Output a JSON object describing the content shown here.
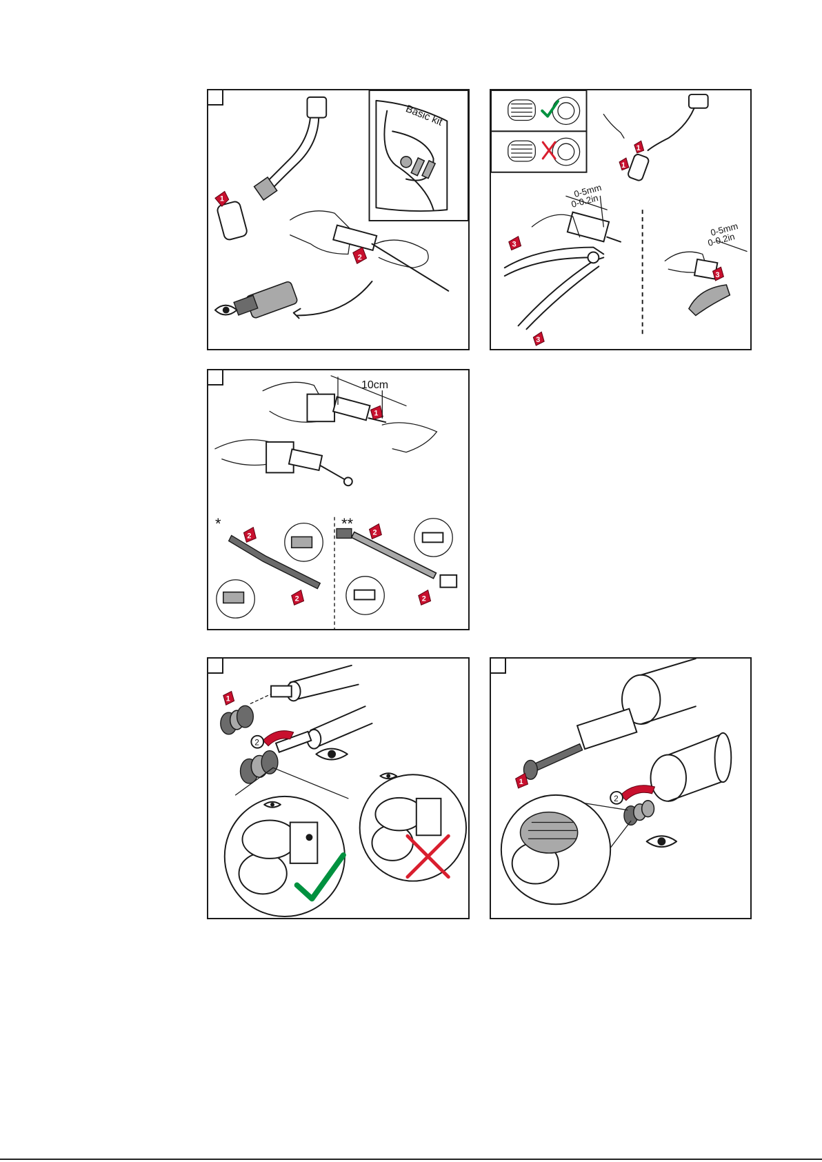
{
  "panels": {
    "p1": {
      "kit_label": "Basic kit",
      "steps": [
        "1",
        "2"
      ]
    },
    "p2": {
      "dim_a_mm": "0-5mm",
      "dim_a_in": "0-0.2in",
      "dim_b_mm": "0-5mm",
      "dim_b_in": "0-0.2in",
      "steps": [
        "1",
        "1",
        "3",
        "3",
        "3"
      ]
    },
    "p3": {
      "length_label": "10cm",
      "star_single": "*",
      "star_double": "**",
      "steps": [
        "1",
        "2",
        "2",
        "2",
        "2"
      ]
    },
    "p4": {
      "steps": [
        "1",
        "2"
      ]
    },
    "p5": {
      "steps": [
        "1",
        "2"
      ]
    }
  },
  "icons": {
    "eye": "eye-icon",
    "check": "check-mark-icon",
    "cross": "cross-mark-icon",
    "arrow": "step-arrow-icon"
  },
  "colors": {
    "accent_red": "#c8102e",
    "ok_green": "#00913f",
    "line": "#1a1a1a"
  }
}
